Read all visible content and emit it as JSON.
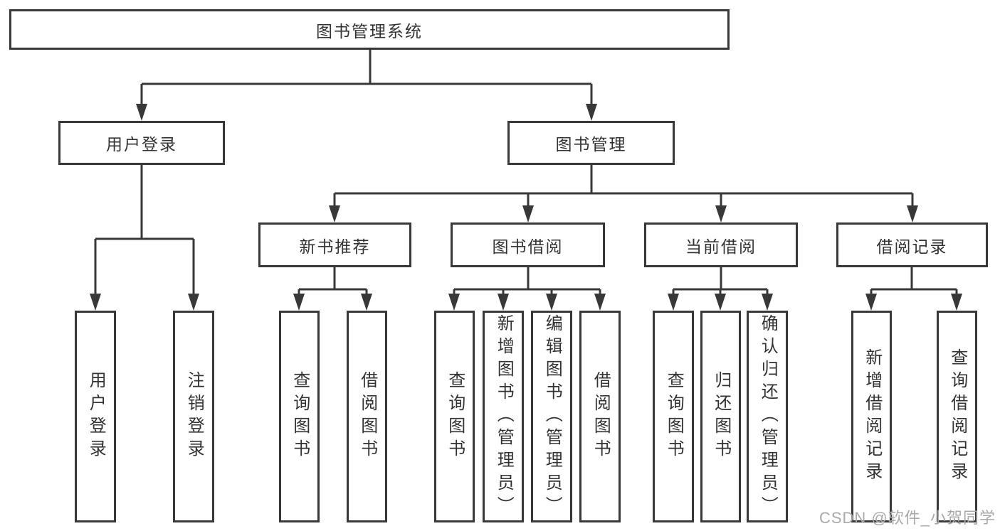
{
  "tree": {
    "root": {
      "label": "图书管理系统"
    },
    "branches": [
      {
        "label": "用户登录",
        "children": [
          {
            "label": "用户登录"
          },
          {
            "label": "注销登录"
          }
        ]
      },
      {
        "label": "图书管理",
        "children": [
          {
            "label": "新书推荐",
            "children": [
              {
                "label": "查询图书"
              },
              {
                "label": "借阅图书"
              }
            ]
          },
          {
            "label": "图书借阅",
            "children": [
              {
                "label": "查询图书"
              },
              {
                "label": "新增图书（管理员）"
              },
              {
                "label": "编辑图书（管理员）"
              },
              {
                "label": "借阅图书"
              }
            ]
          },
          {
            "label": "当前借阅",
            "children": [
              {
                "label": "查询图书"
              },
              {
                "label": "归还图书"
              },
              {
                "label": "确认归还（管理员）"
              }
            ]
          },
          {
            "label": "借阅记录",
            "children": [
              {
                "label": "新增借阅记录"
              },
              {
                "label": "查询借阅记录"
              }
            ]
          }
        ]
      }
    ]
  },
  "watermark": {
    "text": "CSDN @软件_小贺同学"
  },
  "colors": {
    "line": "#383838",
    "box_border": "#383838",
    "text": "#333333",
    "background": "#ffffff",
    "watermark": "#a9a9a9"
  }
}
